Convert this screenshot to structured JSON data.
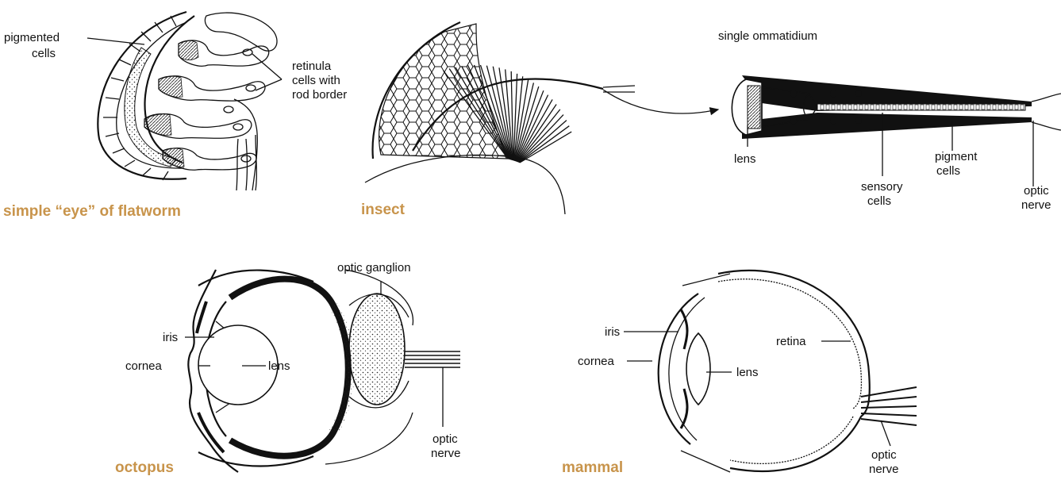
{
  "colors": {
    "caption": "#c8944b",
    "ink": "#111111",
    "background": "#ffffff"
  },
  "panels": {
    "flatworm": {
      "caption": "simple “eye” of flatworm",
      "labels": {
        "pigmented_1": "pigmented",
        "pigmented_2": "cells",
        "retinula_1": "retinula",
        "retinula_2": "cells with",
        "retinula_3": "rod border"
      }
    },
    "insect": {
      "caption": "insect"
    },
    "ommatidium": {
      "title": "single ommatidium",
      "labels": {
        "lens": "lens",
        "pigment_1": "pigment",
        "pigment_2": "cells",
        "sensory_1": "sensory",
        "sensory_2": "cells",
        "optic_1": "optic",
        "optic_2": "nerve"
      }
    },
    "octopus": {
      "caption": "octopus",
      "labels": {
        "ganglion": "optic ganglion",
        "iris": "iris",
        "cornea": "cornea",
        "lens": "lens",
        "optic_1": "optic",
        "optic_2": "nerve"
      }
    },
    "mammal": {
      "caption": "mammal",
      "labels": {
        "iris": "iris",
        "cornea": "cornea",
        "lens": "lens",
        "retina": "retina",
        "optic_1": "optic",
        "optic_2": "nerve"
      }
    }
  }
}
